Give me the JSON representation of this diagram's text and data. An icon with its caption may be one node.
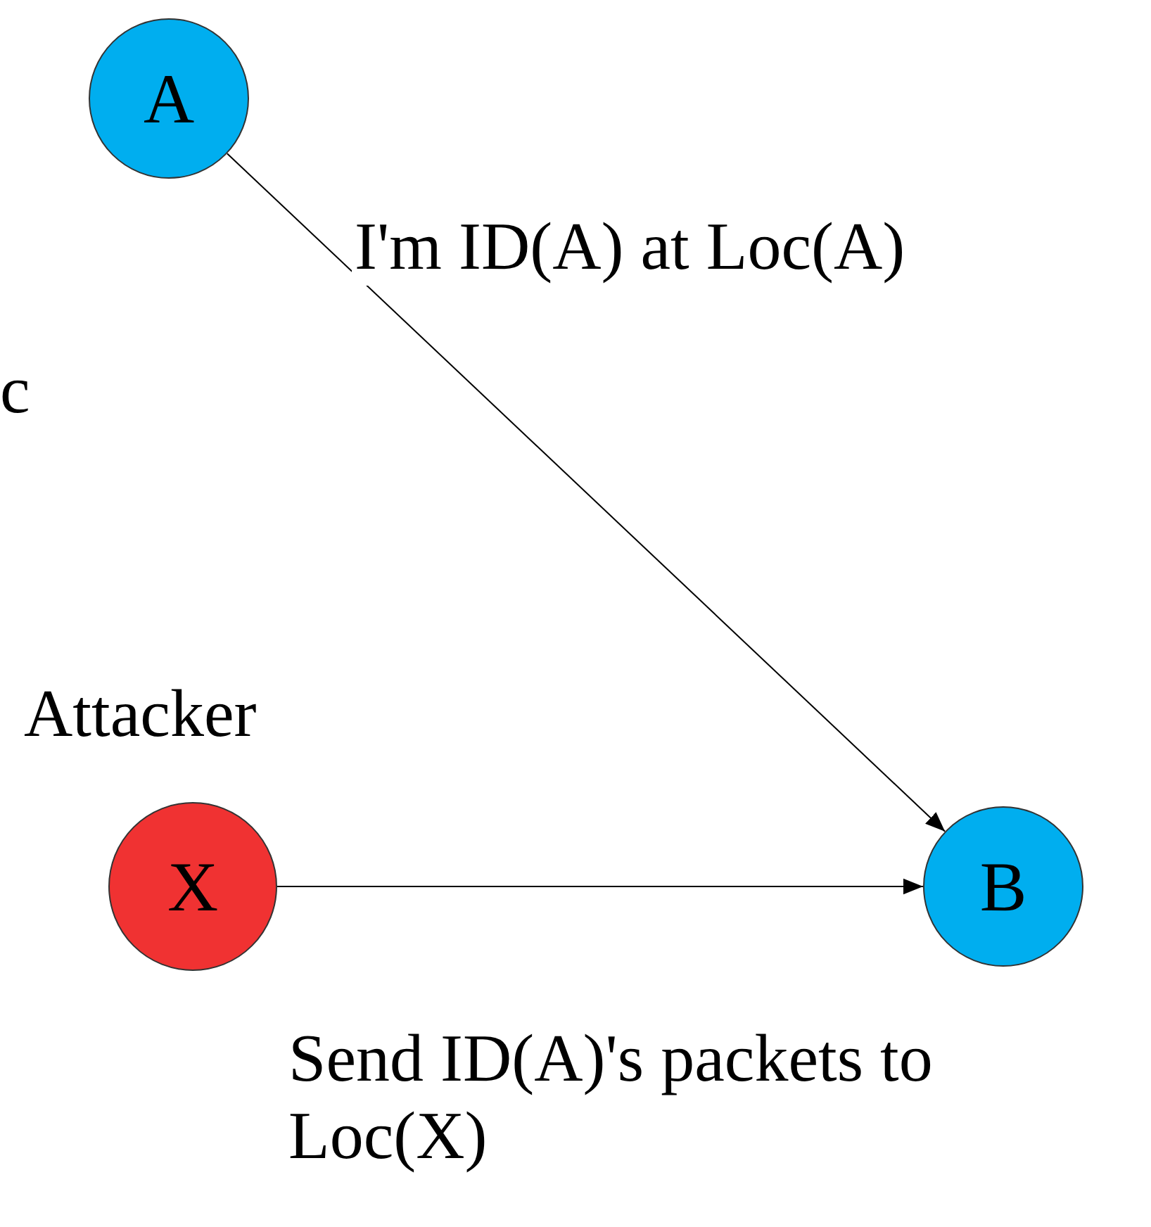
{
  "diagram": {
    "nodes": [
      {
        "text": [
          "A"
        ]
      },
      {
        "text": [
          "X"
        ],
        "beside": [
          "Attacker"
        ]
      },
      {
        "text": [
          "B"
        ]
      }
    ],
    "edges": [
      {
        "from": 0,
        "to": 2,
        "arrow": "to",
        "label": "I'm ID(A) at Loc(A)"
      },
      {
        "from": 1,
        "to": 2,
        "arrow": "to",
        "label": "Send ID(A)'s packets to Loc(X)"
      }
    ],
    "labels": [
      "c"
    ]
  }
}
